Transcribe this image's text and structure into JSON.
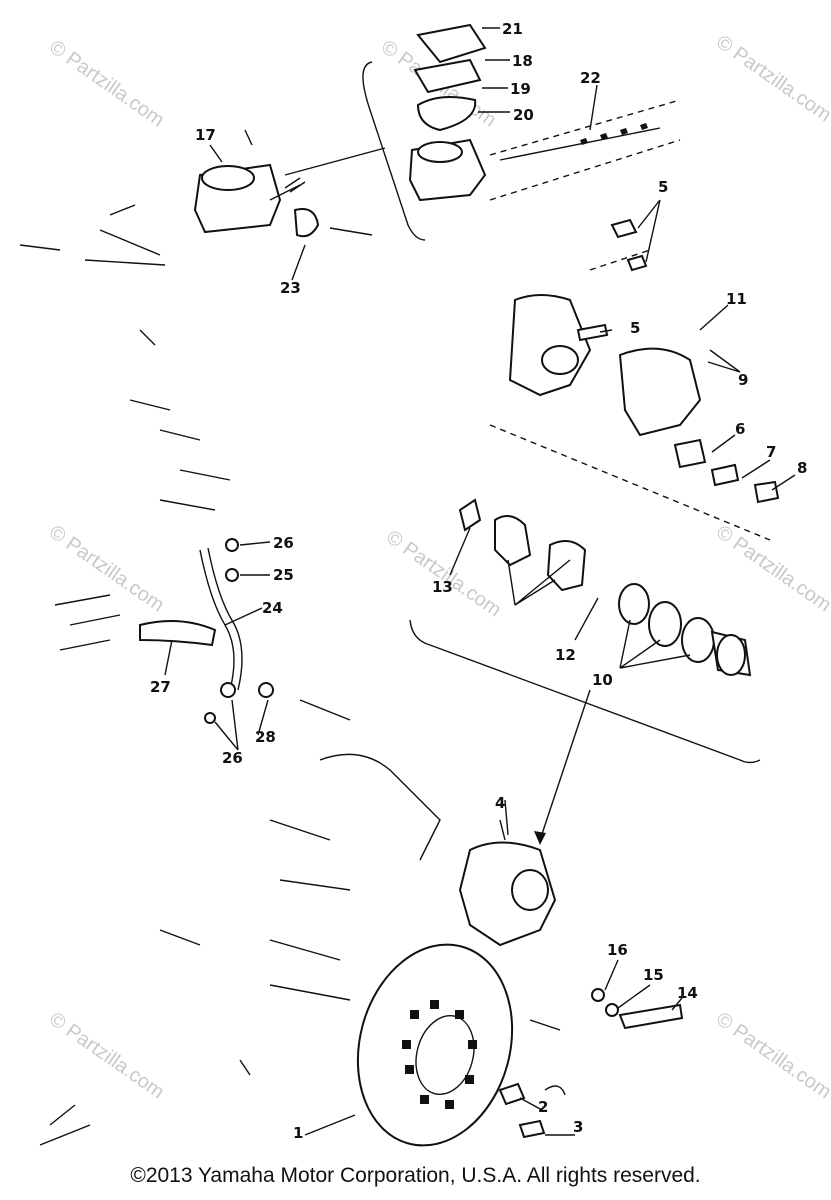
{
  "callouts": [
    "1",
    "2",
    "3",
    "4",
    "5",
    "5",
    "6",
    "7",
    "8",
    "9",
    "10",
    "11",
    "12",
    "13",
    "14",
    "15",
    "16",
    "17",
    "18",
    "19",
    "20",
    "21",
    "22",
    "23",
    "24",
    "25",
    "26",
    "26",
    "27",
    "28"
  ],
  "watermark": "© Partzilla.com",
  "copyright": "©2013  Yamaha Motor Corporation, U.S.A. All rights reserved."
}
